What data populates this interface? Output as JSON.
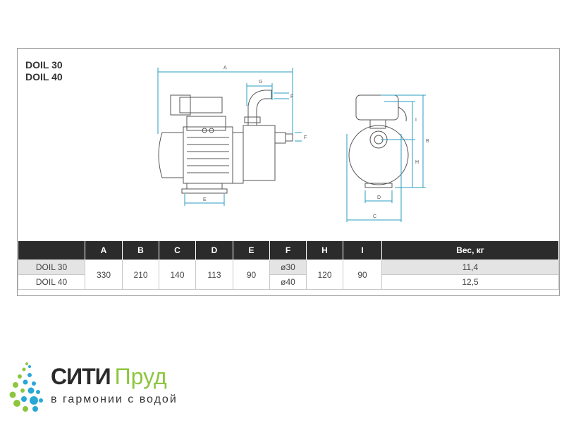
{
  "models_title": [
    "DOIL 30",
    "DOIL 40"
  ],
  "drawing_labels": {
    "A": "A",
    "B": "B",
    "C": "C",
    "D": "D",
    "E": "E",
    "F": "F",
    "G": "G",
    "H": "H",
    "I": "I"
  },
  "table": {
    "headers": [
      "",
      "A",
      "B",
      "C",
      "D",
      "E",
      "F",
      "H",
      "I",
      "Вес, кг"
    ],
    "rows": [
      {
        "model": "DOIL 30",
        "F": "ø30",
        "weight": "11,4"
      },
      {
        "model": "DOIL 40",
        "F": "ø40",
        "weight": "12,5"
      }
    ],
    "shared": {
      "A": "330",
      "B": "210",
      "C": "140",
      "D": "113",
      "E": "90",
      "H": "120",
      "I": "90"
    }
  },
  "logo": {
    "brand_dark": "СИТИ",
    "brand_green": "Пруд",
    "tagline": "в гармонии с водой"
  },
  "colors": {
    "dimension": "#2a9dc0",
    "green": "#8cc63f",
    "header": "#2b2b2b"
  }
}
